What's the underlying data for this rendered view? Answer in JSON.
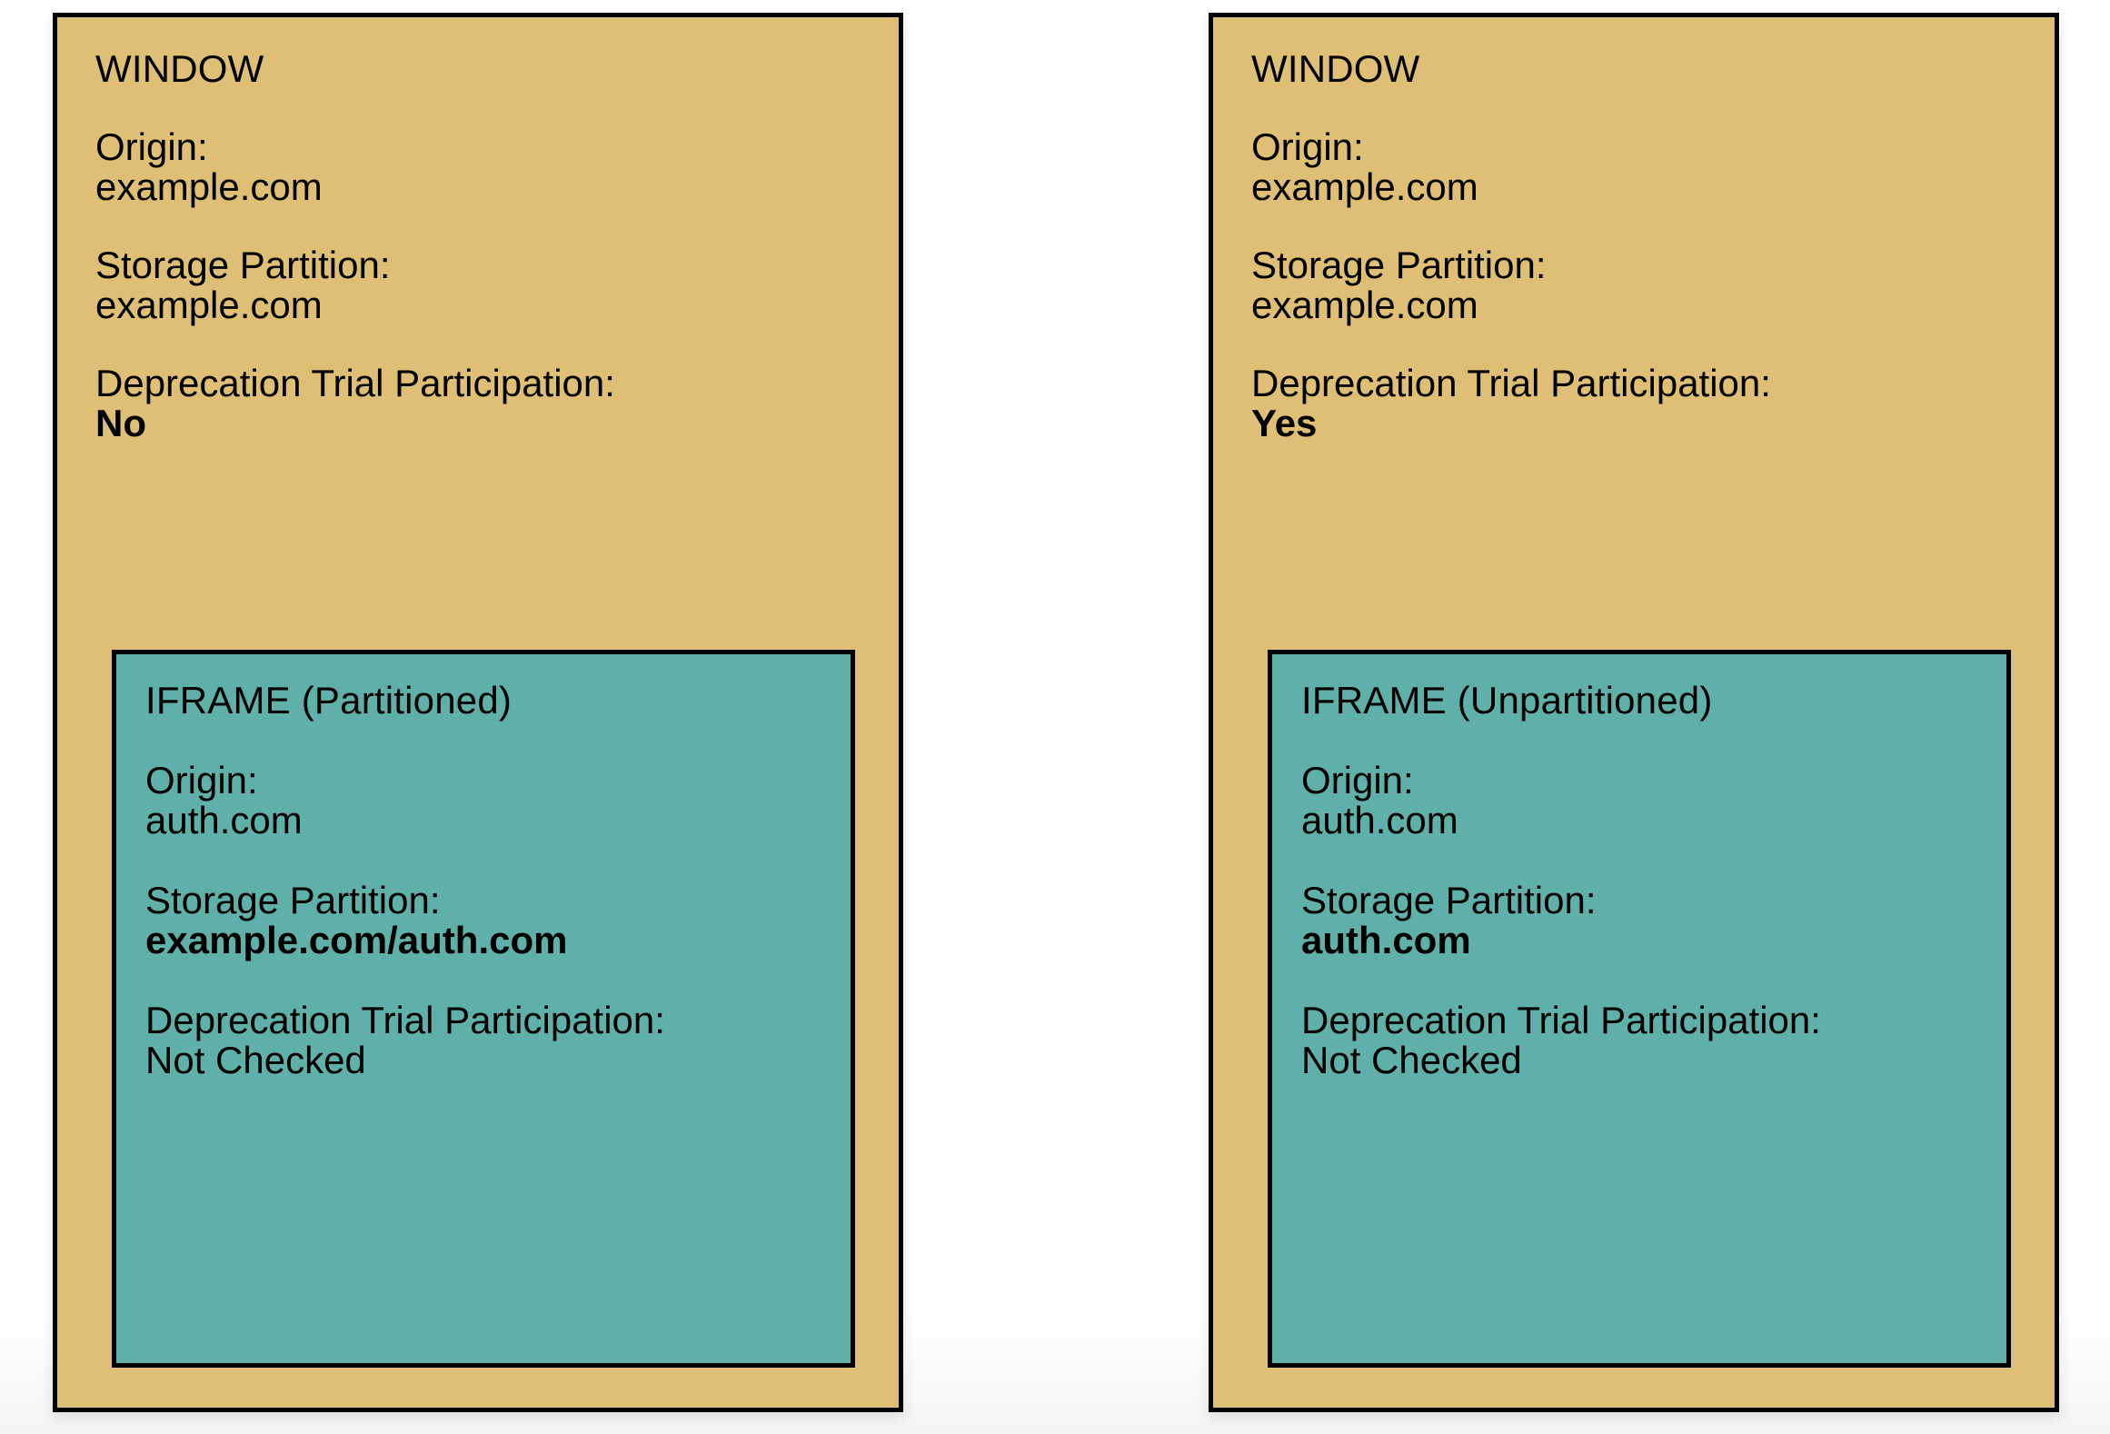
{
  "colors": {
    "window_fill": "#debf75",
    "iframe_fill": "#5fb0a9",
    "border": "#000000",
    "text": "#000000",
    "background": "#ffffff"
  },
  "labels": {
    "origin": "Origin:",
    "storage_partition": "Storage Partition:",
    "deprecation_trial": "Deprecation Trial Participation:"
  },
  "panels": [
    {
      "id": "left",
      "window": {
        "title": "WINDOW",
        "origin_label": "Origin:",
        "origin_value": "example.com",
        "storage_label": "Storage Partition:",
        "storage_value": "example.com",
        "trial_label": "Deprecation Trial Participation:",
        "trial_value": "No",
        "trial_value_bold": true
      },
      "iframe": {
        "title": "IFRAME (Partitioned)",
        "origin_label": "Origin:",
        "origin_value": "auth.com",
        "storage_label": "Storage Partition:",
        "storage_value": "example.com/auth.com",
        "storage_value_bold": true,
        "trial_label": "Deprecation Trial Participation:",
        "trial_value": "Not Checked",
        "trial_value_bold": false
      }
    },
    {
      "id": "right",
      "window": {
        "title": "WINDOW",
        "origin_label": "Origin:",
        "origin_value": "example.com",
        "storage_label": "Storage Partition:",
        "storage_value": "example.com",
        "trial_label": "Deprecation Trial Participation:",
        "trial_value": "Yes",
        "trial_value_bold": true
      },
      "iframe": {
        "title": "IFRAME (Unpartitioned)",
        "origin_label": "Origin:",
        "origin_value": "auth.com",
        "storage_label": "Storage Partition:",
        "storage_value": "auth.com",
        "storage_value_bold": true,
        "trial_label": "Deprecation Trial Participation:",
        "trial_value": "Not Checked",
        "trial_value_bold": false
      }
    }
  ]
}
